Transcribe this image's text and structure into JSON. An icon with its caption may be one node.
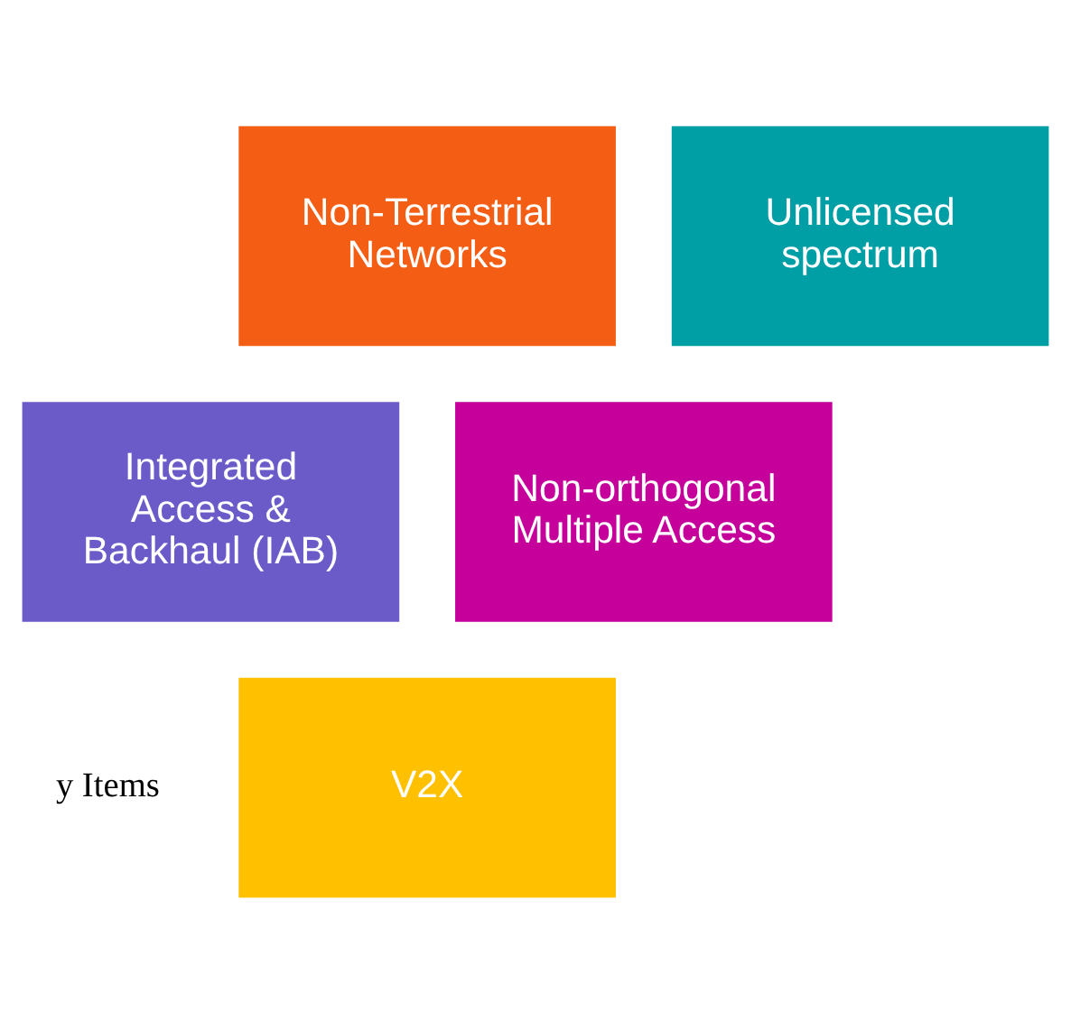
{
  "diagram": {
    "nodes": [
      {
        "text": [
          "Non-Terrestrial Networks"
        ]
      },
      {
        "text": [
          "Unlicensed spectrum"
        ]
      },
      {
        "text": [
          "Integrated Access & Backhaul (IAB)"
        ]
      },
      {
        "text": [
          "Non-orthogonal Multiple Access"
        ]
      },
      {
        "text": [
          "V2X"
        ]
      }
    ],
    "labels": [
      "y Items"
    ]
  }
}
